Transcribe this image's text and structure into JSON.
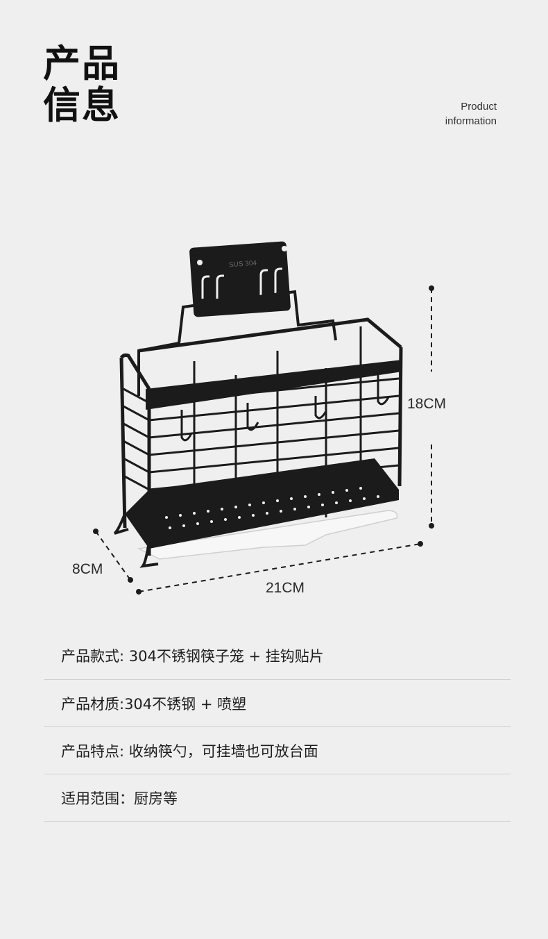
{
  "header": {
    "title_line1": "产品",
    "title_line2": "信息",
    "subtitle_line1": "Product",
    "subtitle_line2": "information"
  },
  "figure": {
    "plate_text": "SUS 304",
    "dim_height": "18CM",
    "dim_depth": "8CM",
    "dim_width": "21CM"
  },
  "specs": [
    "产品款式: 304不锈钢筷子笼 + 挂钩贴片",
    "产品材质:304不锈钢 + 喷塑",
    "产品特点: 收纳筷勺，可挂墙也可放台面",
    "适用范围：厨房等"
  ]
}
